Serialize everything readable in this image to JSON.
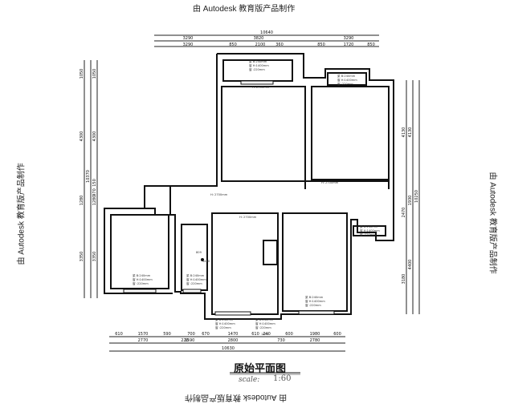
{
  "watermark": "由 Autodesk 教育版产品制作",
  "title": "原始平面图",
  "scale_label": "scale:",
  "scale_value": "1:60",
  "dims_top_row1": [
    "10640"
  ],
  "dims_top_row2": [
    "3290",
    "3820",
    "3290"
  ],
  "dims_top_row3": [
    "3290",
    "850",
    "2100",
    "360",
    "850",
    "1720",
    "850"
  ],
  "dims_left_outer": [
    "1050",
    "4300",
    "1280",
    "3350"
  ],
  "dims_left_inner": [
    "1050",
    "4300",
    "150",
    "970",
    "1280",
    "3350"
  ],
  "dims_left_total": [
    "10370"
  ],
  "dims_right_inner": [
    "4130",
    "2470",
    "3180"
  ],
  "dims_right_outer": [
    "4130",
    "1930",
    "4400"
  ],
  "dims_right_total": [
    "10250"
  ],
  "dims_bottom_row1": [
    "610",
    "1570",
    "590",
    "700",
    "670",
    "1470",
    "610",
    "240",
    "600",
    "1980",
    "600"
  ],
  "dims_bottom_row2": [
    "2770",
    "220",
    "1590",
    "2800",
    "730",
    "2780"
  ],
  "dims_bottom_total": [
    "10630"
  ],
  "room_note_a": "梁 B:240mm",
  "room_note_b": "窗 H:1400mm",
  "room_note_c": "窗 :220mm",
  "height_note": "H: 2700mm",
  "marker_a": "809",
  "marker_b": "1430",
  "marker_c": "1450"
}
